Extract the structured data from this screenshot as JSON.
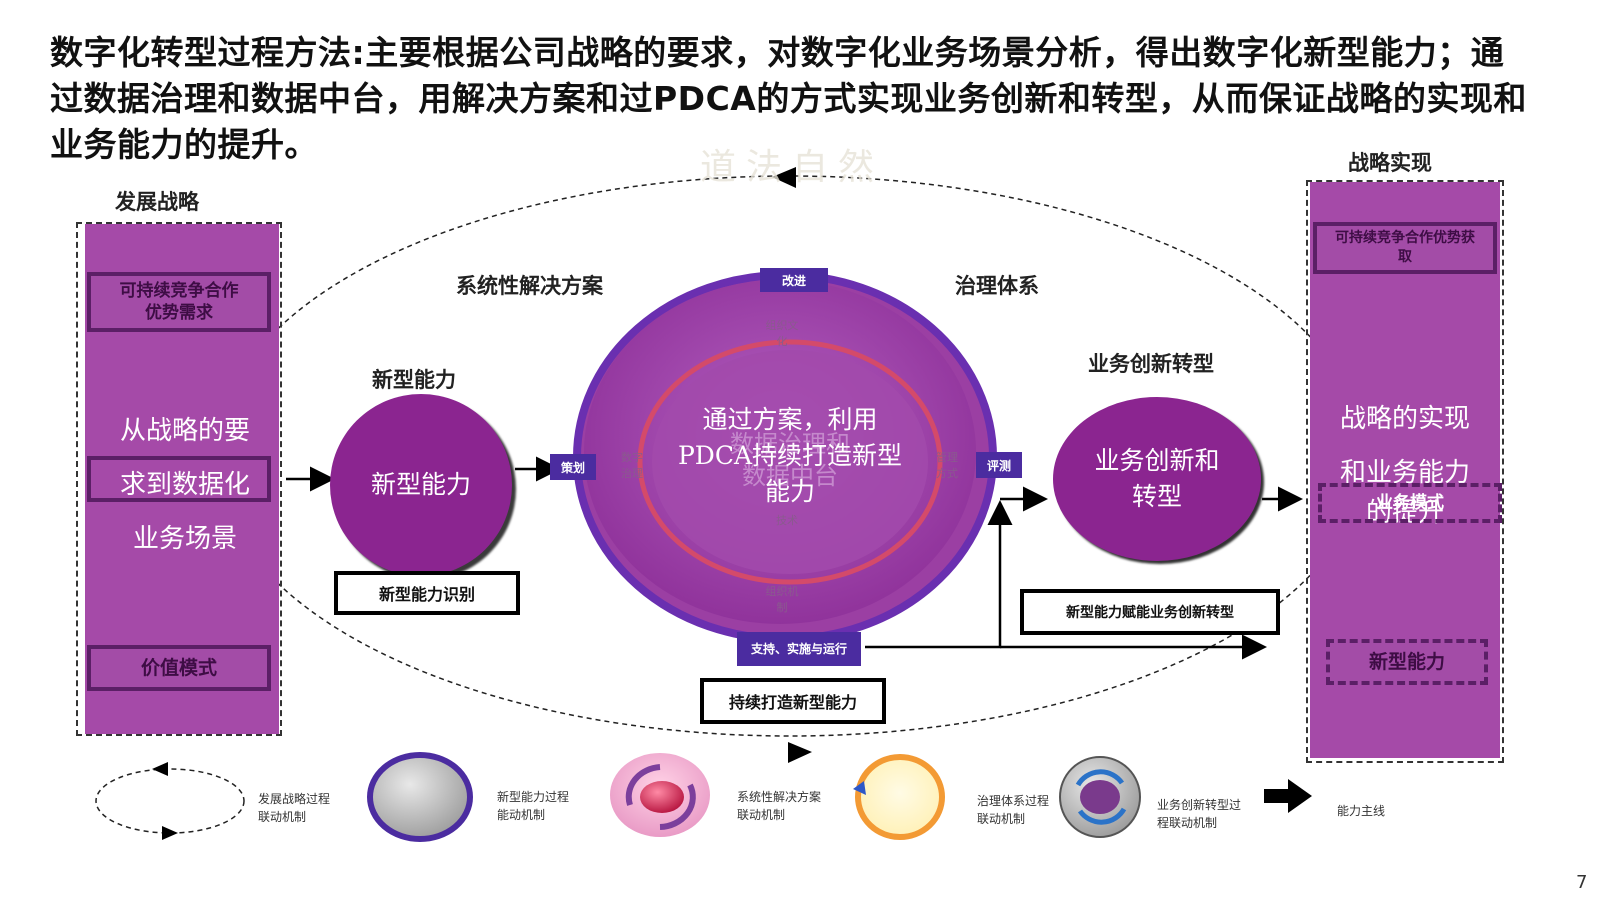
{
  "headline": "数字化转型过程方法:主要根据公司战略的要求，对数字化业务场景分析，得出数字化新型能力；通过数据治理和数据中台，用解决方案和过PDCA的方式实现业务创新和转型，从而保证战略的实现和业务能力的提升。",
  "watermark": "道法自然",
  "left_column": {
    "title": "发展战略",
    "box_top": "可持续竞争合作优势需求",
    "big_text": [
      "从战略的要",
      "求到数据化",
      "业务场景"
    ],
    "box_bottom": "价值模式"
  },
  "right_column": {
    "title": "战略实现",
    "box_top": "可持续竞争合作优势获取",
    "big_text": [
      "战略的实现",
      "和业务能力",
      "的提升"
    ],
    "box_mid": "业务模式",
    "box_bottom": "新型能力"
  },
  "section_labels": {
    "solution": "系统性解决方案",
    "governance": "治理体系",
    "new_capability": "新型能力",
    "business": "业务创新转型"
  },
  "circle_new_capability": "新型能力",
  "circle_business": "业务创新和转型",
  "center": {
    "main_text": [
      "通过方案，利用",
      "PDCA持续打造新型",
      "能力"
    ],
    "ghost_text": [
      "数据治理和",
      "数据中台"
    ],
    "inner_top": "组织文化",
    "inner_bottom": "组织机制",
    "inner_left": "数字治理",
    "inner_right": "管理方式",
    "inner_center": "技术",
    "tag_top": "改进",
    "tag_left": "策划",
    "tag_right": "评测",
    "tag_bottom": "支持、实施与运行"
  },
  "labels": {
    "identify": "新型能力识别",
    "build": "持续打造新型能力",
    "enable": "新型能力赋能业务创新转型"
  },
  "legend": [
    {
      "icon": "dashed-ellipse-icon",
      "text": [
        "发展战略过程",
        "联动机制"
      ]
    },
    {
      "icon": "gray-circle-icon",
      "text": [
        "新型能力过程",
        "能动机制"
      ]
    },
    {
      "icon": "pink-cycle-icon",
      "text": [
        "系统性解决方案",
        "联动机制"
      ]
    },
    {
      "icon": "yellow-circle-icon",
      "text": [
        "治理体系过程",
        "联动机制"
      ]
    },
    {
      "icon": "purple-cycle-icon",
      "text": [
        "业务创新转型过",
        "程联动机制"
      ]
    },
    {
      "icon": "thick-arrow-icon",
      "text": [
        "能力主线"
      ]
    }
  ],
  "page_number": "7",
  "colors": {
    "purple_column": "#a54aa8",
    "purple_dark": "#5b1f66",
    "circle_purple": "#8b2590",
    "tag_blue": "#4b2ca0"
  }
}
